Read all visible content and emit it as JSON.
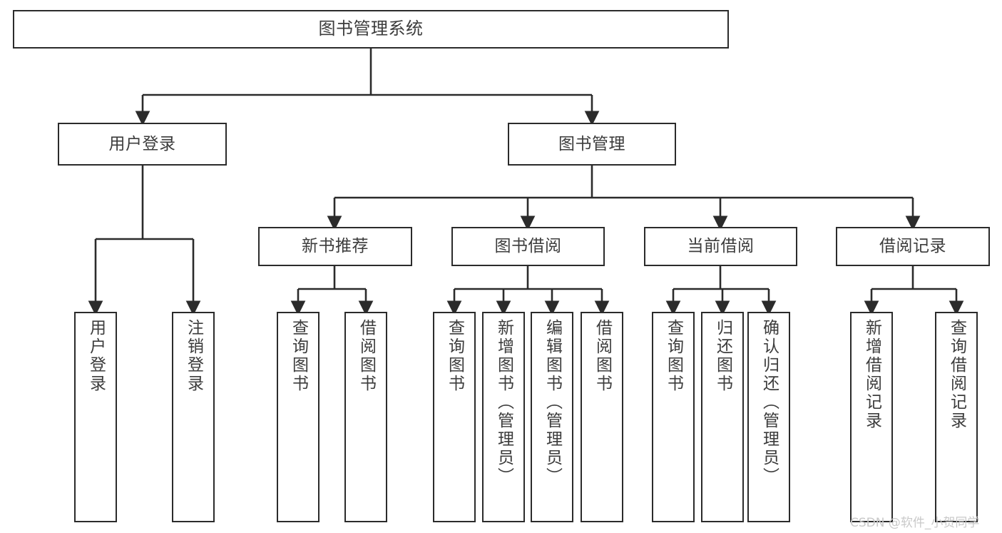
{
  "diagram": {
    "title": "图书管理系统",
    "type": "tree",
    "root": {
      "label": "图书管理系统"
    },
    "level2": [
      {
        "label": "用户登录"
      },
      {
        "label": "图书管理"
      }
    ],
    "level3": [
      {
        "label": "新书推荐"
      },
      {
        "label": "图书借阅"
      },
      {
        "label": "当前借阅"
      },
      {
        "label": "借阅记录"
      }
    ],
    "leaves": {
      "user_login": [
        {
          "label": "用户登录"
        },
        {
          "label": "注销登录"
        }
      ],
      "new_book_recommend": [
        {
          "label": "查询图书"
        },
        {
          "label": "借阅图书"
        }
      ],
      "book_borrow": [
        {
          "label": "查询图书"
        },
        {
          "label": "新增图书（管理员）"
        },
        {
          "label": "编辑图书（管理员）"
        },
        {
          "label": "借阅图书"
        }
      ],
      "current_borrow": [
        {
          "label": "查询图书"
        },
        {
          "label": "归还图书"
        },
        {
          "label": "确认归还（管理员）"
        }
      ],
      "borrow_record": [
        {
          "label": "新增借阅记录"
        },
        {
          "label": "查询借阅记录"
        }
      ]
    }
  },
  "watermark": {
    "text": "CSDN @软件_小贺同学"
  },
  "colors": {
    "stroke": "#2b2b2b",
    "text": "#3c3c3c",
    "background": "#ffffff",
    "watermark": "#c9c9c9"
  }
}
